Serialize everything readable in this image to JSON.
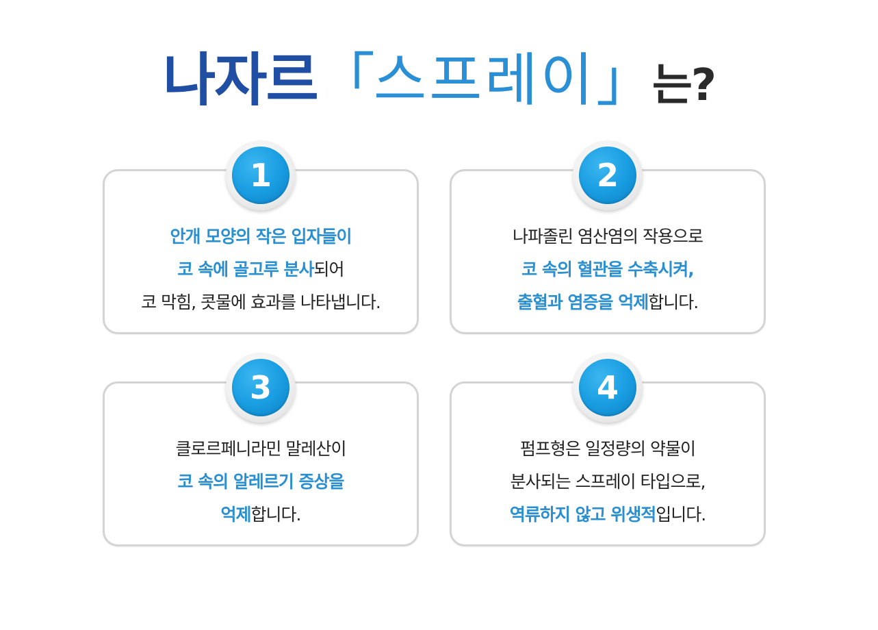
{
  "title": {
    "brand": "나자르",
    "bracket_open": "「",
    "product": "스프레이",
    "bracket_close": "」",
    "suffix": "는?"
  },
  "colors": {
    "title_navy": "#1f4ea3",
    "title_light_blue": "#2b8fd6",
    "highlight_blue": "#2a8fd0",
    "body_text": "#222222",
    "badge_blue": "#1a9ee2",
    "card_border": "#d4d4d4"
  },
  "cards": [
    {
      "number": "1",
      "lines": [
        [
          {
            "text": "안개 모양의 작은 입자들이",
            "highlight": true
          }
        ],
        [
          {
            "text": "코 속에 골고루 분사",
            "highlight": true
          },
          {
            "text": "되어",
            "highlight": false
          }
        ],
        [
          {
            "text": "코 막힘, 콧물에 효과를 나타냅니다.",
            "highlight": false
          }
        ]
      ]
    },
    {
      "number": "2",
      "lines": [
        [
          {
            "text": "나파졸린 염산염의 작용으로",
            "highlight": false
          }
        ],
        [
          {
            "text": "코 속의 혈관을 수축시켜,",
            "highlight": true
          }
        ],
        [
          {
            "text": "출혈과 염증을 억제",
            "highlight": true
          },
          {
            "text": "합니다.",
            "highlight": false
          }
        ]
      ]
    },
    {
      "number": "3",
      "lines": [
        [
          {
            "text": "클로르페니라민 말레산이",
            "highlight": false
          }
        ],
        [
          {
            "text": "코 속의 알레르기 증상을",
            "highlight": true
          }
        ],
        [
          {
            "text": "억제",
            "highlight": true
          },
          {
            "text": "합니다.",
            "highlight": false
          }
        ]
      ]
    },
    {
      "number": "4",
      "lines": [
        [
          {
            "text": "펌프형은 일정량의 약물이",
            "highlight": false
          }
        ],
        [
          {
            "text": "분사되는 스프레이 타입으로,",
            "highlight": false
          }
        ],
        [
          {
            "text": "역류하지 않고 위생적",
            "highlight": true
          },
          {
            "text": "입니다.",
            "highlight": false
          }
        ]
      ]
    }
  ]
}
